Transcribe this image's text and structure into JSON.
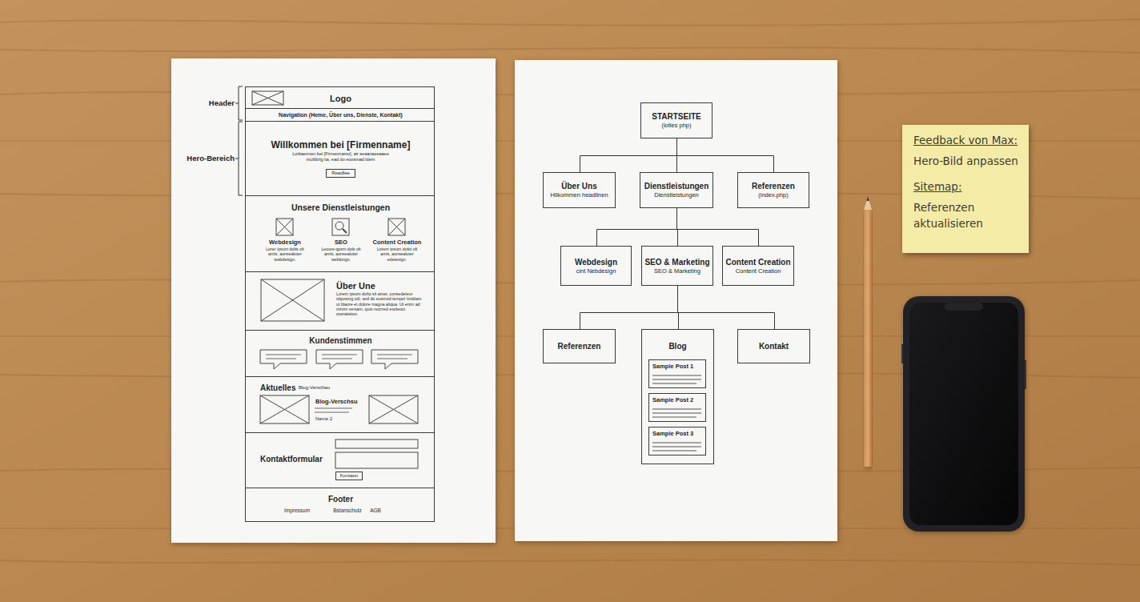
{
  "diagram": {
    "nodes": [
      {
        "text": [
          "Logo"
        ]
      },
      {
        "text": [
          "Navigation (Heme, Über uns, Dienste, Kontakt)"
        ]
      },
      {
        "text": [
          "Willkommen bei [Firmenname]",
          "Lorkaennen bei [Firmennamo], air seaanaeeaaee tncibbrlg ita, ead do eoosmad idem"
        ]
      },
      {
        "text": [
          "Readfee"
        ],
        "in": 2
      },
      {
        "text": [
          "Unsere Dienstleistungen",
          "Webdesign",
          "Lorer ipsum dolts olt amls, aonsealuter webdesign.",
          "SEO",
          "Leoure qpsm dols olt amls, aonsealuter weblongn.",
          "Content Creation",
          "Lorem ipsum dolot olt amis, asnsealuter edetesign."
        ]
      },
      {
        "text": [
          "Über Une",
          "Lorem ipsum dolto sit amet, consedeleur otiposing cdi, sed do eusmod tempor tinidiam ut blaore et dolore magna aliqua. Ut enim ad minim veniam, quis nocrred exoleoct overaletion."
        ]
      },
      {
        "text": [
          "Kundenstimmen"
        ]
      },
      {
        "text": [
          "Aktuelles",
          "Blog-Verschau",
          "Blog-Verschsu",
          "Name 2"
        ]
      },
      {
        "text": [
          "Kontaktformular"
        ]
      },
      {
        "text": [
          "Kontaon"
        ],
        "in": 8
      },
      {
        "text": [
          "Footer",
          "Impressum",
          "Bstanschutz",
          "AGB"
        ]
      },
      {
        "text": [
          "STARTSEITE",
          "(lotles php)"
        ]
      },
      {
        "text": [
          "Über Uns",
          "Hilkommen headlinen"
        ]
      },
      {
        "text": [
          "Dienstleistungen",
          "Dienstleistungen"
        ]
      },
      {
        "text": [
          "Referenzen",
          "(index.php)"
        ]
      },
      {
        "text": [
          "Webdesign",
          "cint Nebdesign"
        ]
      },
      {
        "text": [
          "SEO & Marketing",
          "SEO & Marketing"
        ]
      },
      {
        "text": [
          "Content Creation",
          "Content Creation"
        ]
      },
      {
        "text": [
          "Referenzen"
        ]
      },
      {
        "text": [
          "Blog"
        ]
      },
      {
        "text": [
          "Sample Post 1"
        ],
        "in": 19
      },
      {
        "text": [
          "Sample Post 2"
        ],
        "in": 19
      },
      {
        "text": [
          "Sample Post 3"
        ],
        "in": 19
      },
      {
        "text": [
          "Kontakt"
        ]
      },
      {
        "text": [
          "Feedback von Max:",
          "Hero-Bild anpassen",
          "Sitemap:",
          "Referenzen aktualisieren"
        ]
      }
    ],
    "edges": [
      {
        "from": 11,
        "to": 12,
        "arrow": "none"
      },
      {
        "from": 11,
        "to": 13,
        "arrow": "none"
      },
      {
        "from": 11,
        "to": 14,
        "arrow": "none"
      },
      {
        "from": 13,
        "to": 15,
        "arrow": "none"
      },
      {
        "from": 13,
        "to": 16,
        "arrow": "none"
      },
      {
        "from": 13,
        "to": 17,
        "arrow": "none"
      },
      {
        "from": 16,
        "to": 18,
        "arrow": "none"
      },
      {
        "from": 16,
        "to": 19,
        "arrow": "none"
      },
      {
        "from": 16,
        "to": 23,
        "arrow": "none"
      }
    ],
    "labels": [
      "Header",
      "Hero-Bereich"
    ]
  }
}
